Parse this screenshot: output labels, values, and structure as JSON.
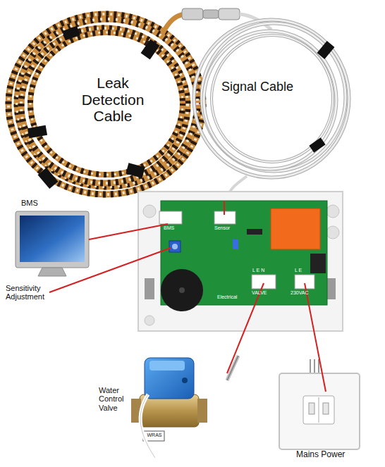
{
  "diagram": {
    "labels": [
      "Leak Detection Cable",
      "Signal Cable",
      "BMS",
      "BMS",
      "Sensor",
      "Sensitivity Adjustment",
      "Electrical",
      "L E N",
      "VALVE",
      "L E",
      "230VAC",
      "Water Control Valve",
      "WRAS",
      "Mains Power"
    ]
  }
}
